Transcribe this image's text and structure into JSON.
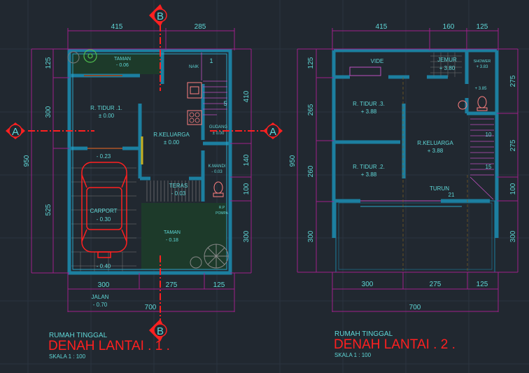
{
  "colors": {
    "background": "#212830",
    "grid": "#2c3540",
    "wall": "#1c7fa0",
    "wall_inner": "#2aa6c8",
    "dimension": "#a0208a",
    "text": "#5fd7d7",
    "section_marker": "#ff2020",
    "fixture": "#ff8080",
    "garden_fill": "#1d3a2a"
  },
  "section_markers": {
    "a_label": "A",
    "b_label": "B"
  },
  "plan1": {
    "title_small": "RUMAH TINGGAL",
    "title_main": "DENAH LANTAI . 1 .",
    "scale": "SKALA 1 : 100",
    "dims_top": [
      "415",
      "285"
    ],
    "dims_bottom": [
      "300",
      "275",
      "125"
    ],
    "dim_total_bottom": "700",
    "dims_left": [
      "125",
      "300",
      "525"
    ],
    "dim_total_left": "950",
    "dims_right": [
      "410",
      "140",
      "100",
      "300"
    ],
    "rooms": [
      {
        "name": "TAMAN",
        "level": "- 0.06"
      },
      {
        "name": "R. TIDUR .1.",
        "level": "± 0.00"
      },
      {
        "name": "R.KELUARGA",
        "level": "± 0.00"
      },
      {
        "name": "GUDANG",
        "level": "± 0.00"
      },
      {
        "name": "K.MANDI",
        "level": "- 0.03"
      },
      {
        "name": "TERAS",
        "level": "- 0.03"
      },
      {
        "name": "CARPORT",
        "level": "- 0.30"
      },
      {
        "name": "TAMAN",
        "level": "- 0.18"
      },
      {
        "name": "JALAN",
        "level": "- 0.70"
      }
    ],
    "naik": "NAIK",
    "stair_1": "1",
    "stair_5": "5",
    "carport_level_2": "- 0.23",
    "carport_level_3": "- 0.40",
    "ruang_pompa": "R.P\nPOMPA"
  },
  "plan2": {
    "title_small": "RUMAH TINGGAL",
    "title_main": "DENAH LANTAI . 2 .",
    "scale": "SKALA 1 : 100",
    "dims_top": [
      "415",
      "160",
      "125"
    ],
    "dims_bottom": [
      "300",
      "275",
      "125"
    ],
    "dim_total_bottom": "700",
    "dims_left": [
      "125",
      "265",
      "260",
      "300"
    ],
    "dim_total_left": "950",
    "dims_right": [
      "275",
      "275",
      "100",
      "300"
    ],
    "rooms": [
      {
        "name": "VIDE",
        "level": ""
      },
      {
        "name": "JEMUR",
        "level": "+ 3.80"
      },
      {
        "name": "SHOWER",
        "level": "+ 3.83"
      },
      {
        "name": "",
        "level": "+ 3.85"
      },
      {
        "name": "R. TIDUR .3.",
        "level": "+ 3.88"
      },
      {
        "name": "R.KELUARGA",
        "level": "+ 3.88"
      },
      {
        "name": "R. TIDUR .2.",
        "level": "+ 3.88"
      }
    ],
    "turun": "TURUN",
    "stair_10": "10",
    "stair_15": "15",
    "stair_21": "21"
  }
}
